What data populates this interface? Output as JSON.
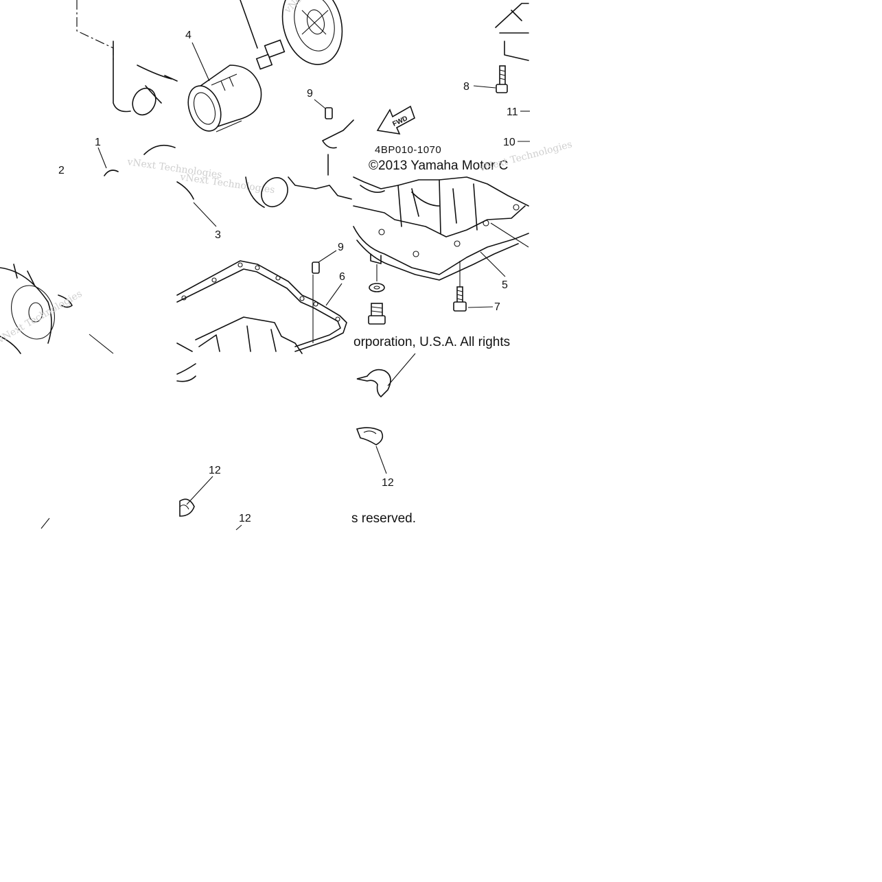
{
  "diagram": {
    "reference_code": "4BP010-1070",
    "copyright_part1": "©2013 Yamaha Motor C",
    "copyright_part2": "orporation, U.S.A. All rights",
    "copyright_part3": "s reserved.",
    "fwd_label": "FWD",
    "watermark": "vNext Technologies",
    "callouts": {
      "c1": "1",
      "c2": "2",
      "c3": "3",
      "c4": "4",
      "c5": "5",
      "c6": "6",
      "c7": "7",
      "c8": "8",
      "c9a": "9",
      "c9b": "9",
      "c10": "10",
      "c11": "11",
      "c12a": "12",
      "c12b": "12",
      "c12c": "12"
    }
  }
}
